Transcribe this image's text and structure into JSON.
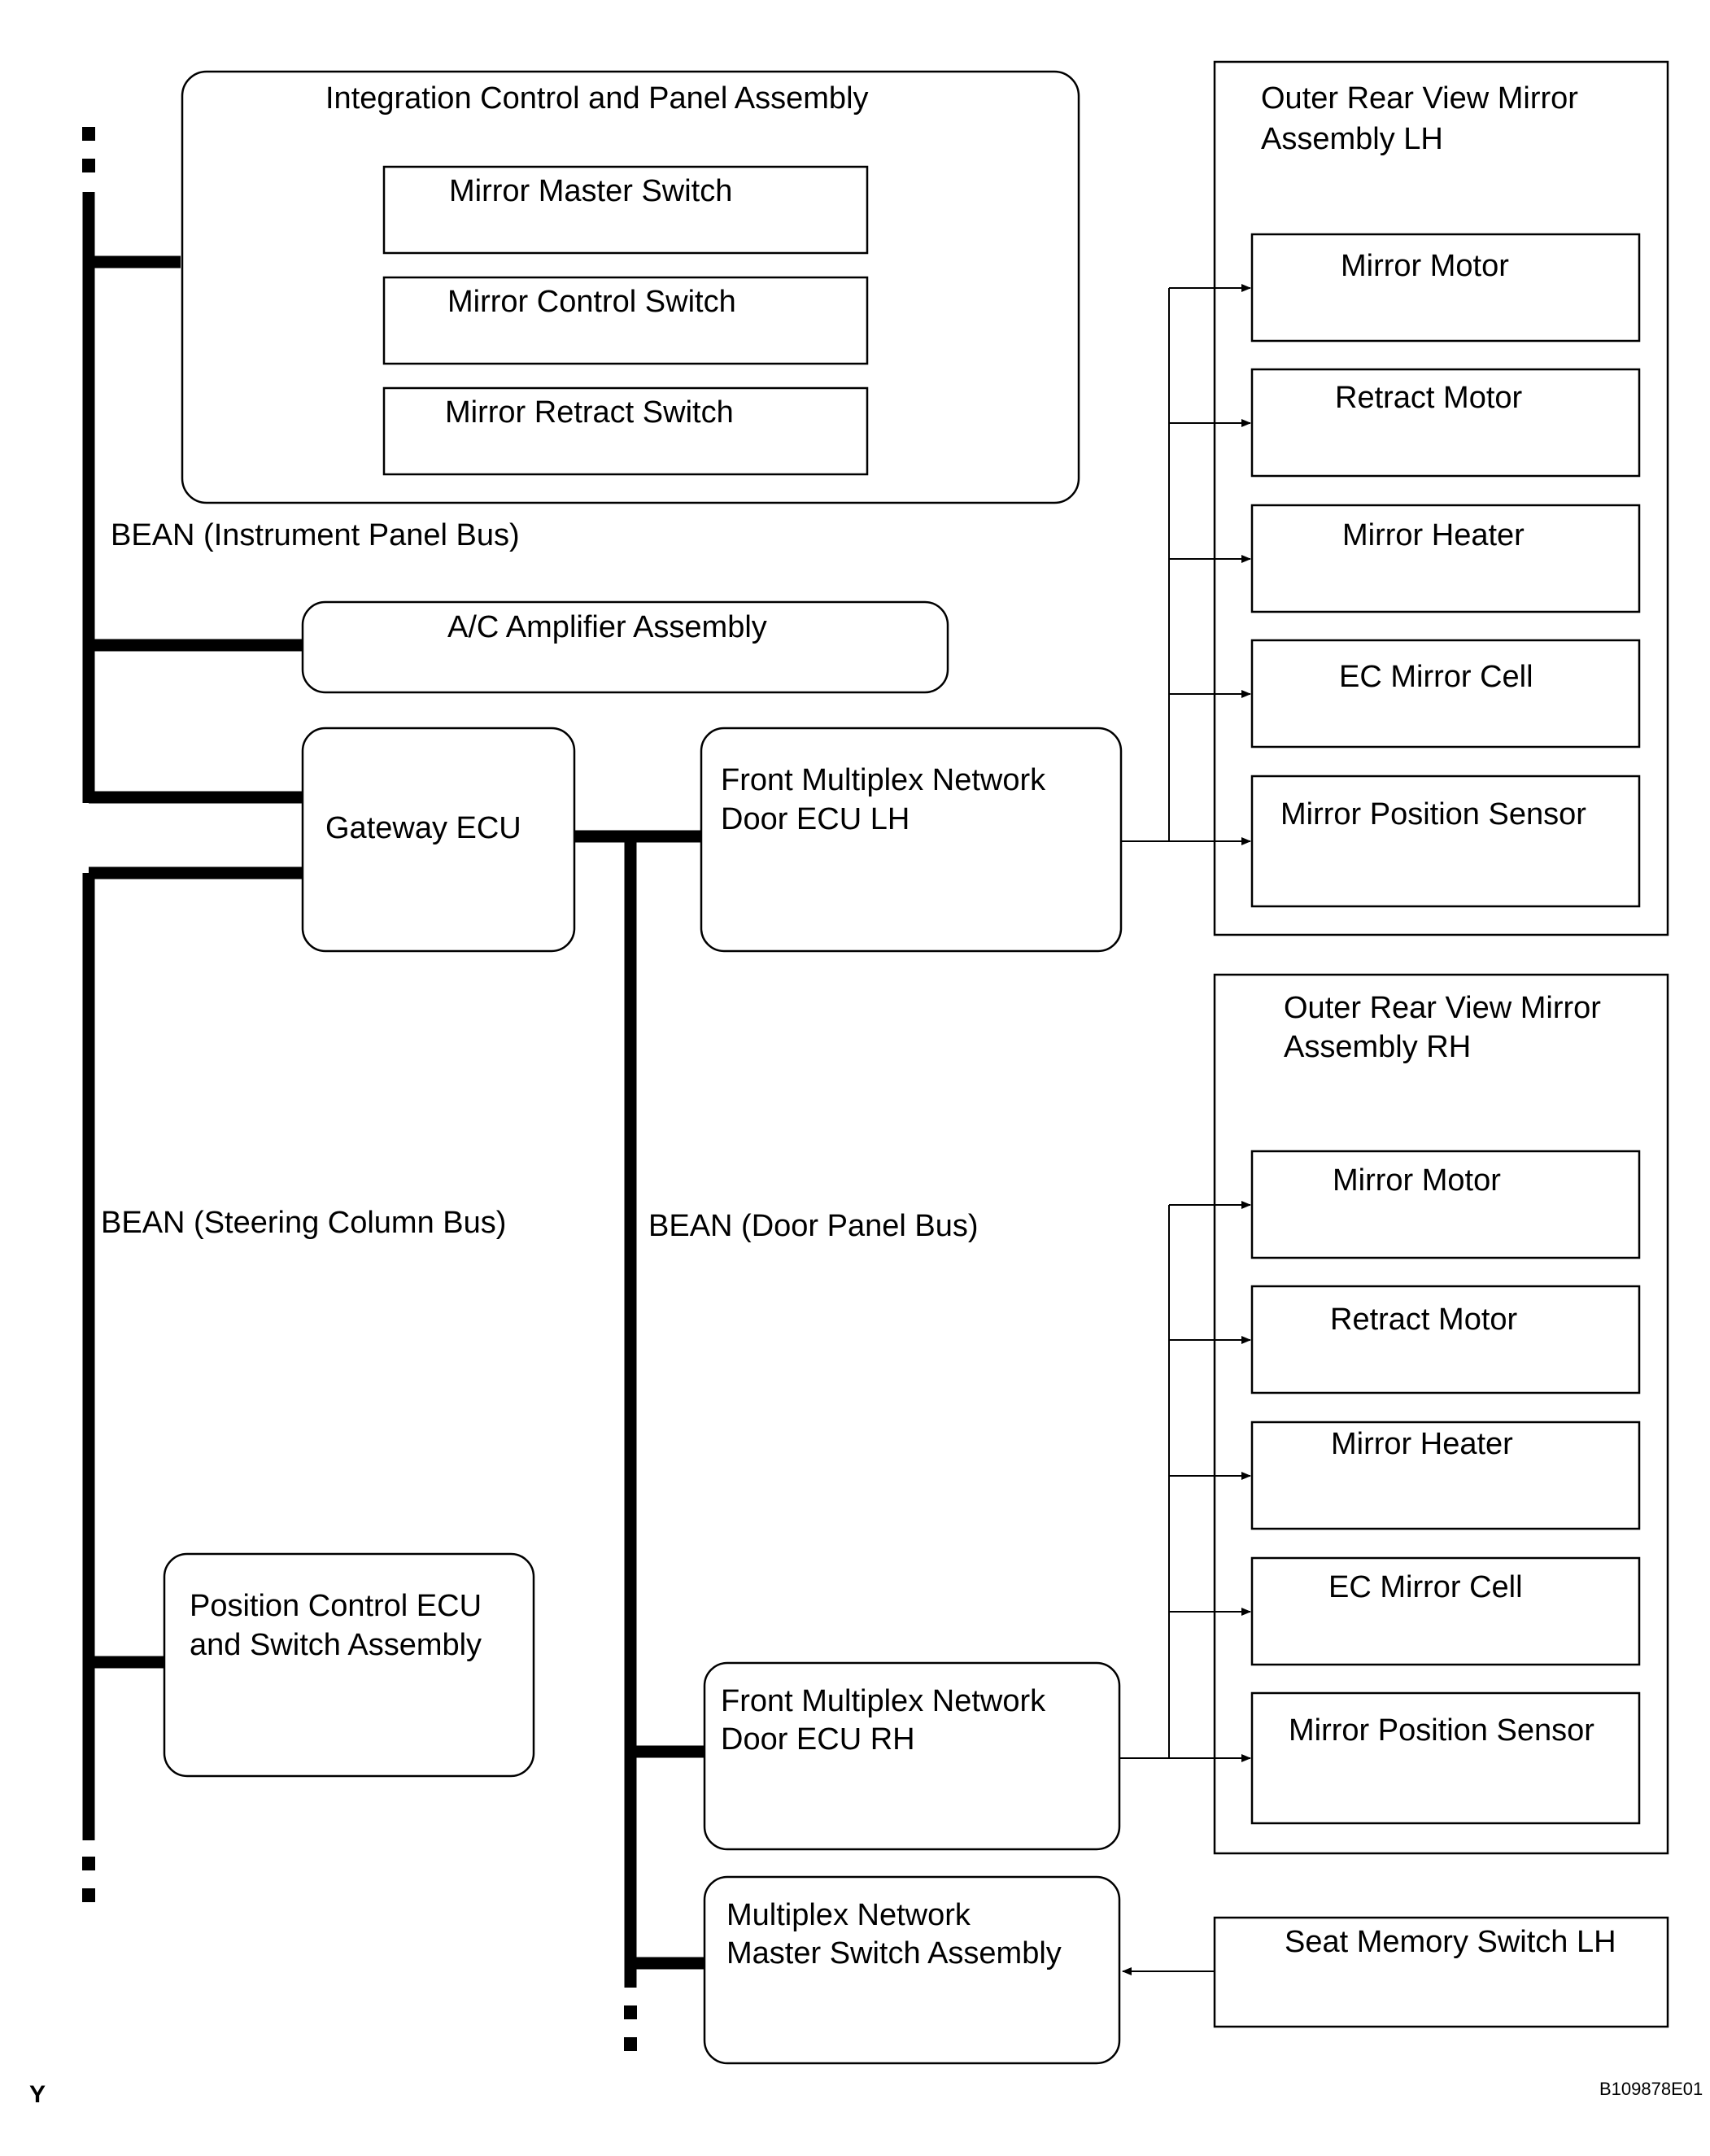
{
  "blocks": {
    "integration_panel": {
      "title": "Integration Control and Panel Assembly",
      "switches": [
        "Mirror Master Switch",
        "Mirror Control Switch",
        "Mirror Retract Switch"
      ]
    },
    "ac_amplifier": "A/C Amplifier Assembly",
    "gateway_ecu": "Gateway ECU",
    "door_ecu_lh": [
      "Front Multiplex Network",
      "Door ECU LH"
    ],
    "door_ecu_rh": [
      "Front Multiplex Network",
      "Door ECU RH"
    ],
    "master_switch": [
      "Multiplex Network",
      "Master Switch Assembly"
    ],
    "position_control": [
      "Position Control ECU",
      "and Switch Assembly"
    ],
    "seat_memory_switch": "Seat Memory Switch LH",
    "mirror_lh": {
      "title": [
        "Outer Rear View Mirror",
        "Assembly LH"
      ],
      "parts": [
        "Mirror Motor",
        "Retract Motor",
        "Mirror Heater",
        "EC Mirror Cell",
        "Mirror Position Sensor"
      ]
    },
    "mirror_rh": {
      "title": [
        "Outer Rear View Mirror",
        "Assembly RH"
      ],
      "parts": [
        "Mirror Motor",
        "Retract Motor",
        "Mirror Heater",
        "EC Mirror Cell",
        "Mirror Position Sensor"
      ]
    }
  },
  "bus_labels": {
    "instrument_panel": "BEAN (Instrument Panel Bus)",
    "steering_column": "BEAN (Steering Column Bus)",
    "door_panel": "BEAN (Door Panel Bus)"
  },
  "corner_letter": "Y",
  "figure_id": "B109878E01"
}
